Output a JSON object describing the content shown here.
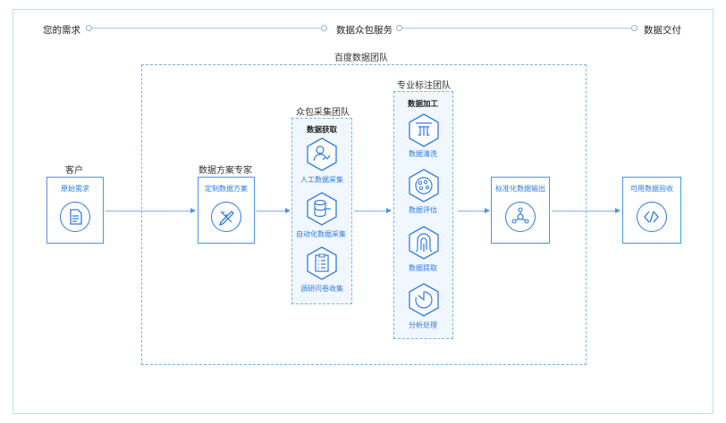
{
  "timeline": {
    "stage1": "您的需求",
    "stage2": "数据众包服务",
    "stage3": "数据交付"
  },
  "outer_team": "百度数据团队",
  "customer": {
    "title": "客户",
    "node_label": "原始需求",
    "icon": "document-icon"
  },
  "expert": {
    "title": "数据方案专家",
    "node_label": "定制数据方案",
    "icon": "pencil-ruler-icon"
  },
  "crowd_team": {
    "title": "众包采集团队",
    "section": "数据获取",
    "items": [
      {
        "label": "人工数据采集",
        "icon": "person-chart-icon"
      },
      {
        "label": "自动化数据采集",
        "icon": "database-icon"
      },
      {
        "label": "调研问卷收集",
        "icon": "checklist-icon"
      }
    ]
  },
  "label_team": {
    "title": "专业标注团队",
    "section": "数据加工",
    "items": [
      {
        "label": "数据清洗",
        "icon": "shower-icon"
      },
      {
        "label": "数据评估",
        "icon": "palette-icon"
      },
      {
        "label": "数据提取",
        "icon": "extract-icon"
      },
      {
        "label": "分析处理",
        "icon": "pie-chart-icon"
      }
    ]
  },
  "output": {
    "node_label": "标准化数据输出",
    "icon": "network-icon"
  },
  "acceptance": {
    "node_label": "可用数据验收",
    "icon": "double-chevron-icon"
  }
}
